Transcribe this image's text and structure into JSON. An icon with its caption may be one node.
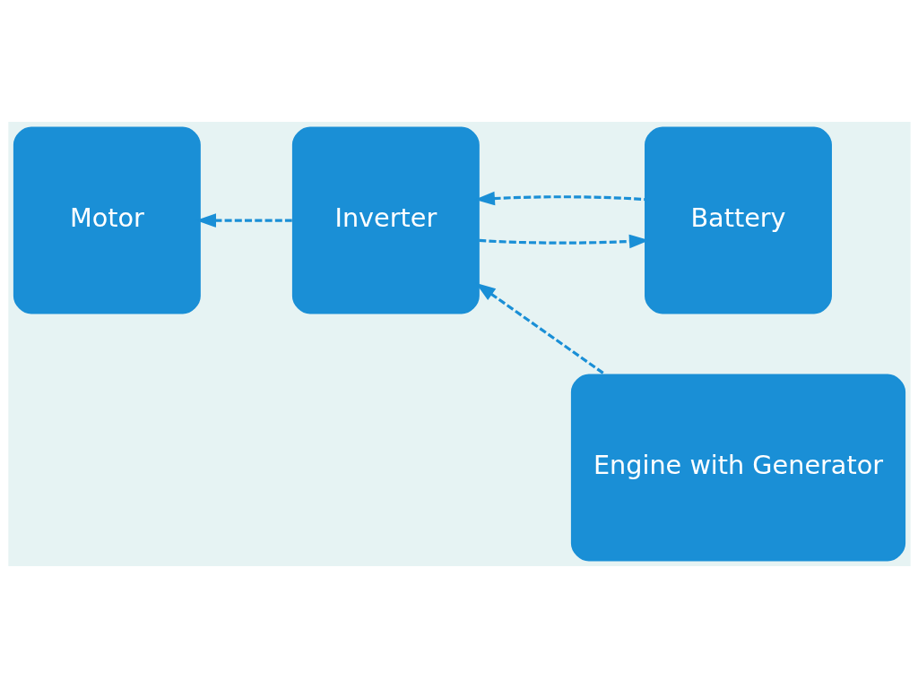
{
  "diagram": {
    "nodes": [
      {
        "text": [
          "Motor"
        ]
      },
      {
        "text": [
          "Inverter"
        ]
      },
      {
        "text": [
          "Battery"
        ]
      },
      {
        "text": [
          "Engine with Generator"
        ]
      }
    ],
    "edges": [
      {
        "from": 1,
        "to": 0,
        "arrow": "to",
        "style": "dashed"
      },
      {
        "from": 1,
        "to": 2,
        "arrow": "to",
        "style": "dashed"
      },
      {
        "from": 2,
        "to": 1,
        "arrow": "to",
        "style": "dashed"
      },
      {
        "from": 3,
        "to": 1,
        "arrow": "to",
        "style": "dashed"
      }
    ]
  }
}
